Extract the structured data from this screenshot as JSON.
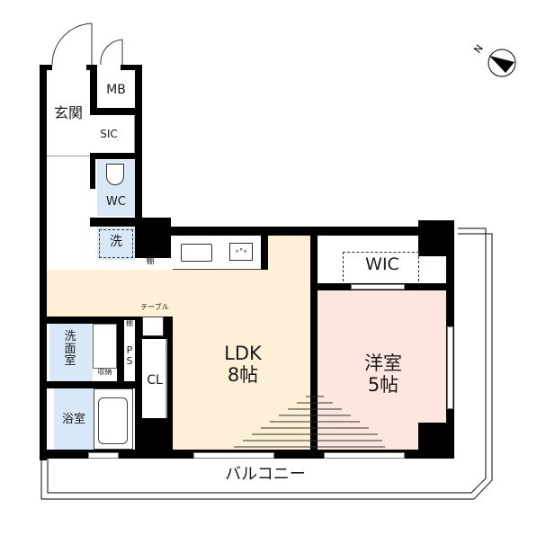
{
  "floorplan": {
    "colors": {
      "ldk": "#fdf0d6",
      "western_room": "#fde6e0",
      "wet_area": "#d8e8f6",
      "wall": "#000000",
      "outline": "#333333"
    },
    "rooms": {
      "entrance": "玄関",
      "mb": "MB",
      "sic": "SIC",
      "wc": "WC",
      "laundry": "洗",
      "shelf_top": "棚",
      "shelf_mid": "棚",
      "table": "テーブル",
      "washroom": "洗\n面\n室",
      "storage": "収納",
      "ps": "P\nS",
      "bathroom": "浴室",
      "closet": "CL",
      "ldk_name": "LDK",
      "ldk_size": "8帖",
      "western_name": "洋室",
      "western_size": "5帖",
      "wic": "WIC",
      "balcony": "バルコニー"
    },
    "compass": {
      "label": "N",
      "icon": "north-compass-icon"
    }
  }
}
